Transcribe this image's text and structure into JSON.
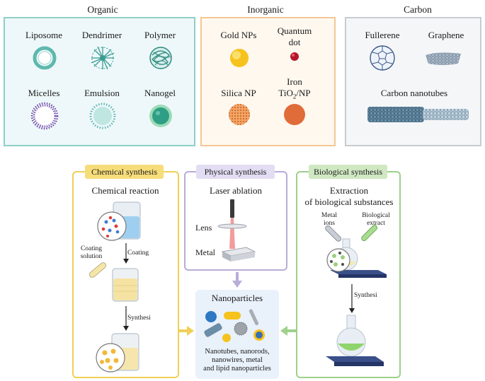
{
  "categories": {
    "organic": {
      "title": "Organic",
      "items": [
        "Liposome",
        "Dendrimer",
        "Polymer",
        "Micelles",
        "Emulsion",
        "Nanogel"
      ]
    },
    "inorganic": {
      "title": "Inorganic",
      "items": [
        "Gold NPs",
        "Quantum",
        "dot",
        "Silica NP",
        "Iron",
        "TiO",
        "2",
        "/NP"
      ]
    },
    "carbon": {
      "title": "Carbon",
      "items": [
        "Fullerene",
        "Graphene",
        "Carbon nanotubes"
      ]
    }
  },
  "chemical": {
    "tag": "Chemical synthesis",
    "subtitle": "Chemical reaction",
    "coating_solution": [
      "Coating",
      "solution"
    ],
    "step1": "Coating",
    "step2": "Synthesi"
  },
  "physical": {
    "tag": "Physical synthesis",
    "subtitle": "Laser ablation",
    "lens": "Lens",
    "metal": "Metal"
  },
  "biological": {
    "tag": "Biological synthesis",
    "subtitle": [
      "Extraction",
      "of biological substances"
    ],
    "metal_ions": [
      "Metal",
      "ions"
    ],
    "bio_extract": [
      "Biological",
      "extract"
    ],
    "step": "Synthesi"
  },
  "nanoparticles": {
    "title": "Nanoparticles",
    "caption": [
      "Nanotubes, nanorods,",
      "nanowires, metal",
      "and lipid nanoparticles"
    ]
  },
  "colors": {
    "organic_border": "#8fcfc6",
    "organic_fill": "#eef8fb",
    "inorganic_border": "#f2c894",
    "inorganic_fill": "#fff8ef",
    "carbon_border": "#c9cbd0",
    "carbon_fill": "#f5f6f8",
    "chemical": "#f0cf55",
    "physical": "#b8acd8",
    "biological": "#9fd08c"
  }
}
